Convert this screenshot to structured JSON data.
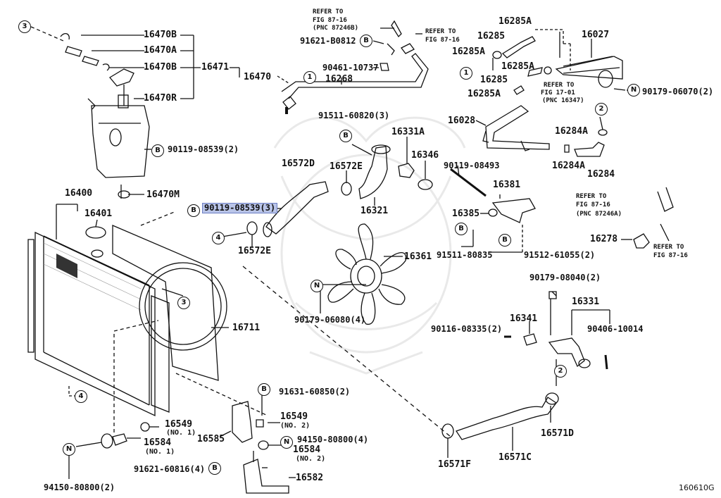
{
  "labels": {
    "l_16470b_top": "16470B",
    "l_16470a": "16470A",
    "l_16470b_mid": "16470B",
    "l_16471": "16471",
    "l_16470": "16470",
    "l_16470r": "16470R",
    "l_90119_08539_tank": "90119-08539(2)",
    "l_16470m": "16470M",
    "l_16400": "16400",
    "l_16401": "16401",
    "l_90119_08539_hl": "90119-08539(3)",
    "l_16572d": "16572D",
    "l_16572e_top": "16572E",
    "l_16572e_bot": "16572E",
    "l_16711": "16711",
    "l_16268": "16268",
    "l_91621_b0812": "91621-B0812",
    "l_90461_10737": "90461-10737",
    "l_91511_60820": "91511-60820(3)",
    "l_16331a": "16331A",
    "l_16346": "16346",
    "l_16321": "16321",
    "l_16361": "16361",
    "l_90179_06080": "90179-06080(4)",
    "l_16285a_1": "16285A",
    "l_16285_1": "16285",
    "l_16285a_2": "16285A",
    "l_16285a_3": "16285A",
    "l_16285_2": "16285",
    "l_16285a_4": "16285A",
    "l_16027": "16027",
    "l_90179_06070": "90179-06070(2)",
    "l_16028": "16028",
    "l_16284a_1": "16284A",
    "l_16284a_2": "16284A",
    "l_16284": "16284",
    "l_90119_08493": "90119-08493",
    "l_16381": "16381",
    "l_16385": "16385",
    "l_91511_80835": "91511-80835",
    "l_91512_61055": "91512-61055(2)",
    "l_16278": "16278",
    "l_90179_08040": "90179-08040(2)",
    "l_16331": "16331",
    "l_16341": "16341",
    "l_90116_08335": "90116-08335(2)",
    "l_90406_10014": "90406-10014",
    "l_16571d": "16571D",
    "l_16571c": "16571C",
    "l_16571f": "16571F",
    "l_91631_60850": "91631-60850(2)",
    "l_16549_no2": "16549",
    "l_16549_no2_sub": "(NO. 2)",
    "l_94150_80800_4": "94150-80800(4)",
    "l_16584_no2": "16584",
    "l_16584_no2_sub": "(NO. 2)",
    "l_16585": "16585",
    "l_91621_60816": "91621-60816(4)",
    "l_16582": "16582",
    "l_16549_no1": "16549",
    "l_16549_no1_sub": "(NO. 1)",
    "l_16584_no1": "16584",
    "l_16584_no1_sub": "(NO. 1)",
    "l_94150_80800_2": "94150-80800(2)",
    "figure_id": "160610G"
  },
  "refer_notes": {
    "r_top_center_1": "REFER TO",
    "r_top_center_2": "FIG 87-16",
    "r_top_center_3": "(PNC 87246B)",
    "r_top_right_1": "REFER TO",
    "r_top_right_2": "FIG 87-16",
    "r_fig17_1": "REFER TO",
    "r_fig17_2": "FIG 17-01",
    "r_fig17_3": "(PNC 16347)",
    "r_right_1": "REFER TO",
    "r_right_2": "FIG 87-16",
    "r_right_3": "(PNC 87246A)",
    "r_right_bottom_1": "REFER TO",
    "r_right_bottom_2": "FIG 87-16"
  },
  "markers": {
    "m_3_top": "3",
    "m_b_tank": "B",
    "m_b_hl": "B",
    "m_4_fan": "4",
    "m_3_fan": "3",
    "m_4_bottom": "4",
    "m_n_left": "N",
    "m_b_91631": "B",
    "m_n_94150": "N",
    "m_b_91621": "B",
    "m_1_hose": "1",
    "m_b_91621b": "B",
    "m_b_91511": "B",
    "m_n_fan": "N",
    "m_1_right": "1",
    "m_n_right": "N",
    "m_2_right": "2",
    "m_b_91511_80835": "B",
    "m_b_91512": "B",
    "m_2_pipe": "2"
  },
  "highlight_color": "#b9c4e8",
  "line_color": "#111111"
}
